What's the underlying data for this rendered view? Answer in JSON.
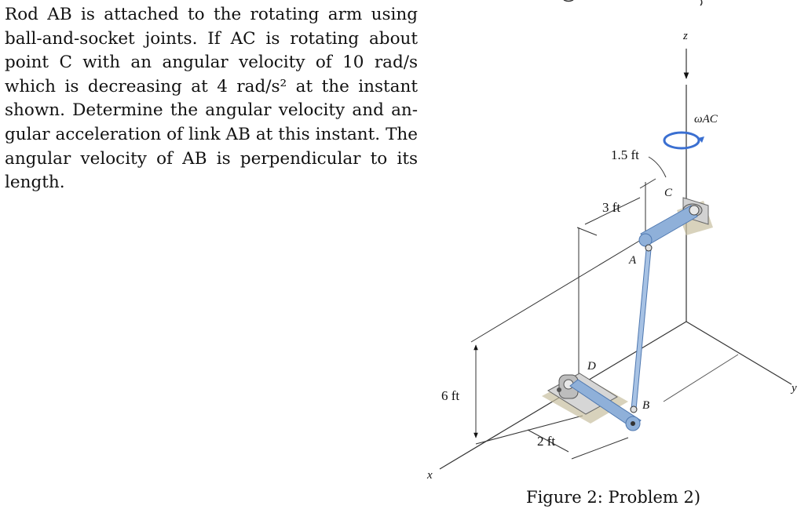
{
  "problem": {
    "lines": [
      "Rod AB is attached to the rotating arm using",
      "ball-and-socket joints.  If AC is rotating about",
      "point C with an angular velocity of 10 rad/s",
      "which is decreasing at 4 rad/s² at the instant",
      "shown.  Determine the angular velocity and an-",
      "gular acceleration of link AB at this instant. The",
      "angular velocity of AB is perpendicular to its",
      "length."
    ]
  },
  "figure": {
    "labels": {
      "z": "z",
      "y": "y",
      "x": "x",
      "omega": "ωAC",
      "C": "C",
      "A": "A",
      "B": "B",
      "D": "D"
    },
    "dimensions": {
      "d1": "1.5 ft",
      "d2": "3 ft",
      "d3": "6 ft",
      "d4": "2 ft"
    },
    "colors": {
      "link": "#8fb0d9",
      "link_dark": "#4f78b0",
      "bracket": "#c9c9c9",
      "shadow": "#c8bfa0"
    }
  },
  "caption": "Figure 2:  Problem 2)"
}
